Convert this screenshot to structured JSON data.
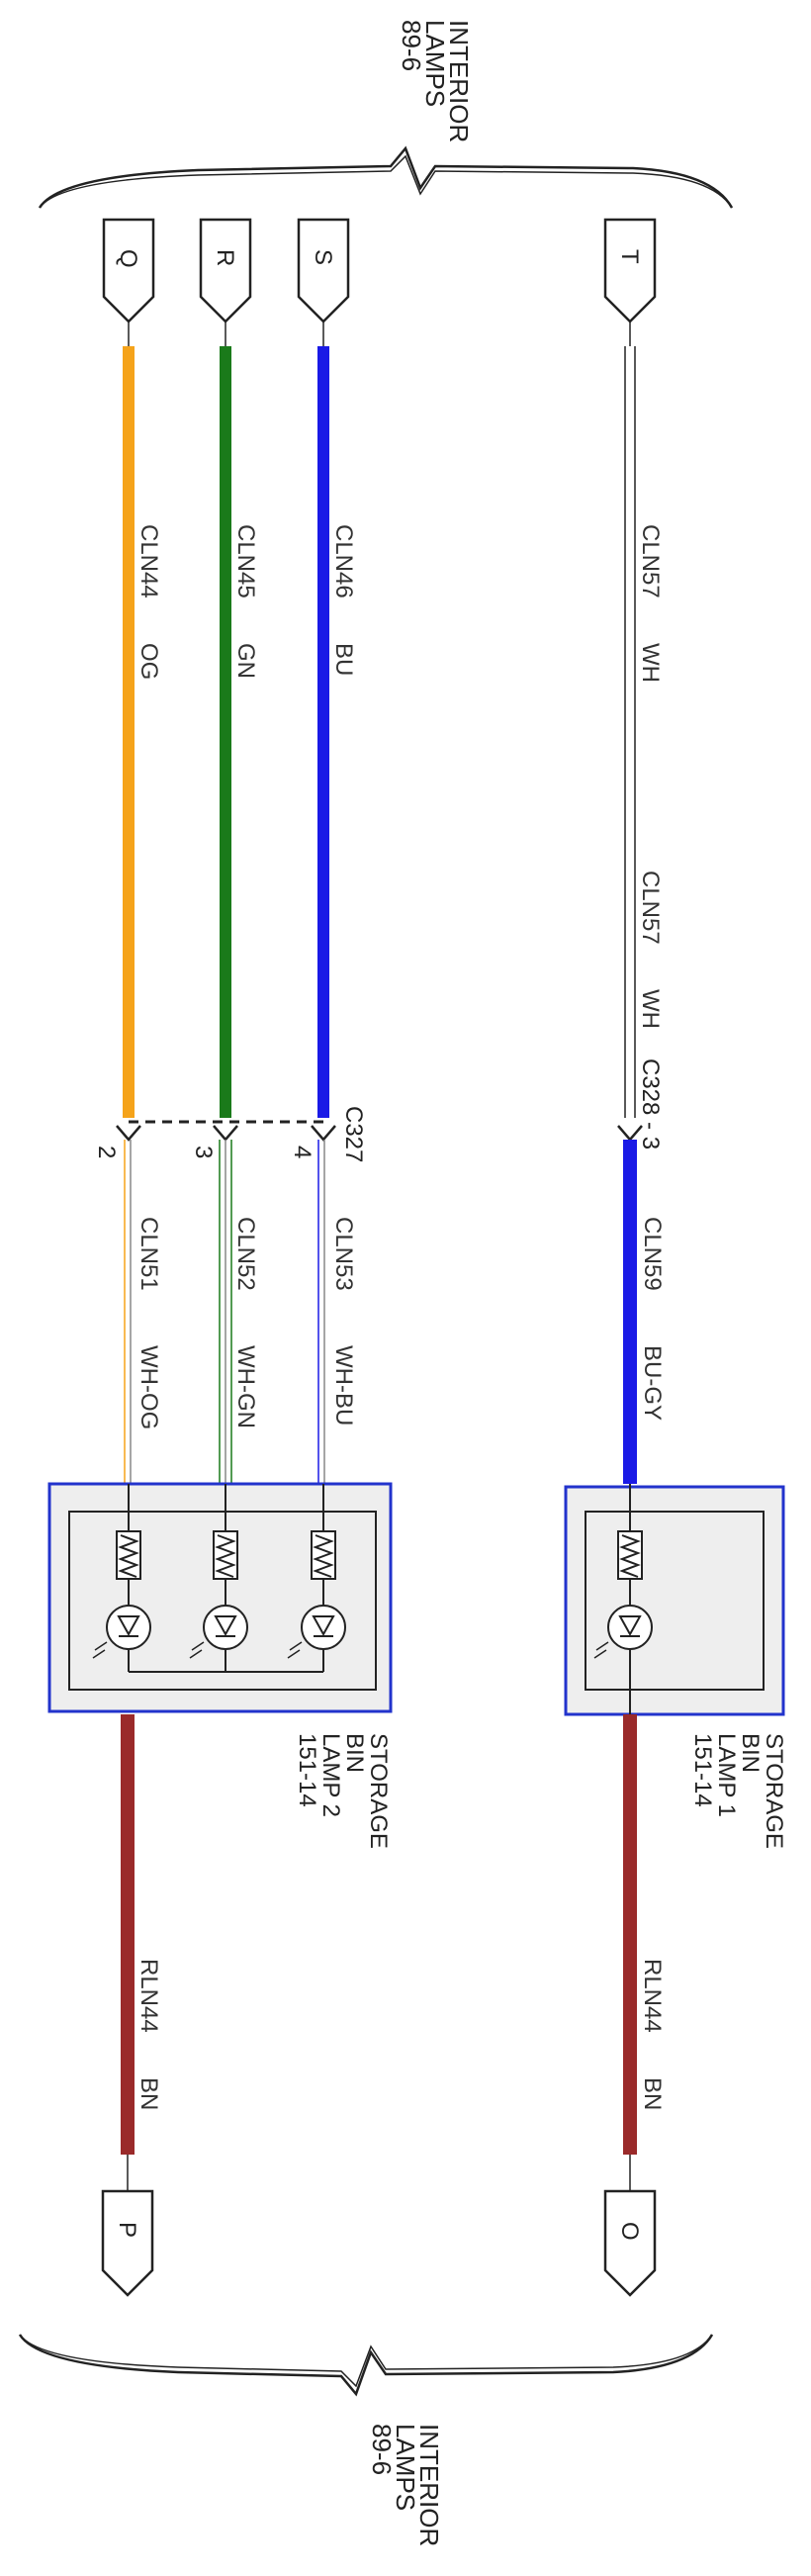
{
  "title_top": {
    "line1": "INTERIOR",
    "line2": "LAMPS",
    "line3": "89-6"
  },
  "title_bottom": {
    "line1": "INTERIOR",
    "line2": "LAMPS",
    "line3": "89-6"
  },
  "connectors_top": {
    "q": "Q",
    "r": "R",
    "s": "S",
    "t": "T"
  },
  "connectors_bottom": {
    "p": "P",
    "o": "O"
  },
  "wires": {
    "cln44": {
      "circuit": "CLN44",
      "color": "OG"
    },
    "cln45": {
      "circuit": "CLN45",
      "color": "GN"
    },
    "cln46": {
      "circuit": "CLN46",
      "color": "BU"
    },
    "cln57a": {
      "circuit": "CLN57",
      "color": "WH"
    },
    "cln57b": {
      "circuit": "CLN57",
      "color": "WH"
    },
    "cln51": {
      "circuit": "CLN51",
      "color": "WH-OG"
    },
    "cln52": {
      "circuit": "CLN52",
      "color": "WH-GN"
    },
    "cln53": {
      "circuit": "CLN53",
      "color": "WH-BU"
    },
    "cln59": {
      "circuit": "CLN59",
      "color": "BU-GY"
    },
    "rln44a": {
      "circuit": "RLN44",
      "color": "BN"
    },
    "rln44b": {
      "circuit": "RLN44",
      "color": "BN"
    }
  },
  "connector_c327": {
    "name": "C327",
    "pin2": "2",
    "pin3": "3",
    "pin4": "4"
  },
  "connector_c328": {
    "name": "C328 - 3"
  },
  "lamp2": {
    "line1": "STORAGE",
    "line2": "BIN",
    "line3": "LAMP 2",
    "line4": "151-14"
  },
  "lamp1": {
    "line1": "STORAGE",
    "line2": "BIN",
    "line3": "LAMP 1",
    "line4": "151-14"
  },
  "colors": {
    "orange": "#f5a31a",
    "green": "#1a7a1a",
    "blue": "#1a1ae6",
    "brown": "#9a2a2a",
    "module_border": "#2233cc",
    "module_fill": "#eeeeee"
  },
  "icons": [
    "brace-icon",
    "resistor-icon",
    "led-icon",
    "connector-arrow-icon"
  ]
}
